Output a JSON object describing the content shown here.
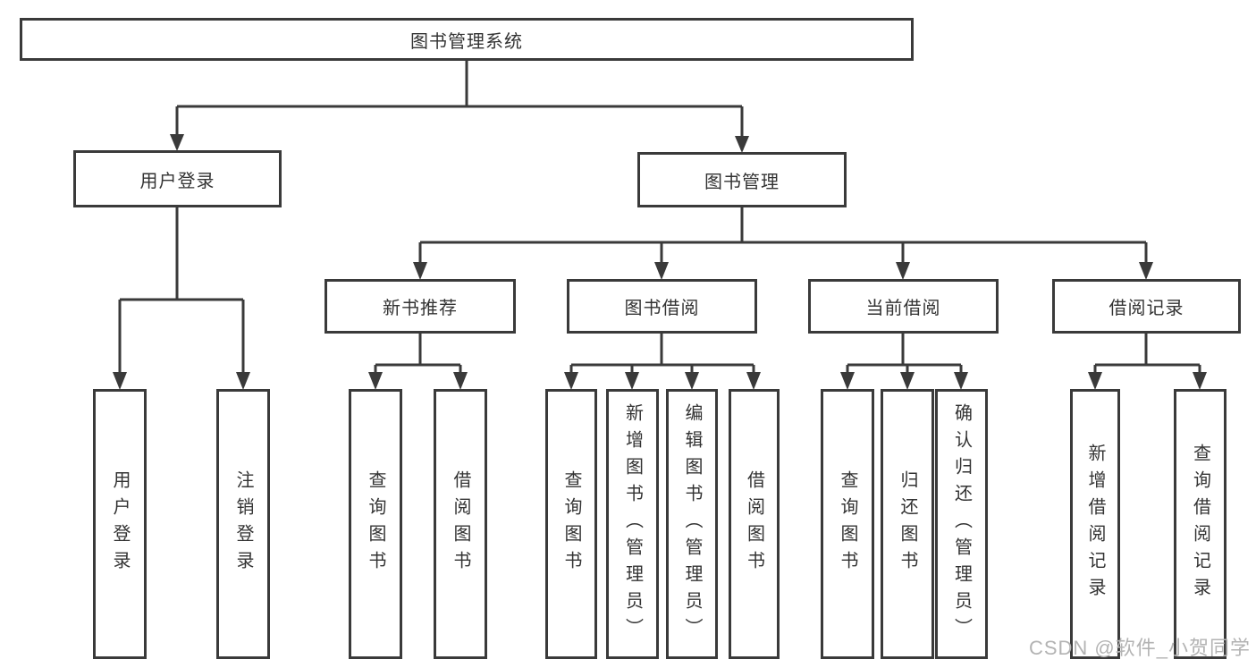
{
  "diagram": {
    "title_node": "图书管理系统",
    "watermark": "CSDN @软件_小贺同学",
    "colors": {
      "line": "#3a3a3a",
      "text": "#333333",
      "box_bg": "#ffffff",
      "watermark": "#b3b3b3"
    },
    "nodes": {
      "root": "图书管理系统",
      "user_login": "用户登录",
      "book_mgmt": "图书管理",
      "new_book_rec": "新书推荐",
      "book_borrow": "图书借阅",
      "current_borrow": "当前借阅",
      "borrow_records": "借阅记录",
      "leaf_user_login": "用户登录",
      "leaf_logout": "注销登录",
      "leaf_query_book_1": "查询图书",
      "leaf_borrow_book_1": "借阅图书",
      "leaf_query_book_2": "查询图书",
      "leaf_add_book": "新增图书（管理员）",
      "leaf_edit_book": "编辑图书（管理员）",
      "leaf_borrow_book_2": "借阅图书",
      "leaf_query_book_3": "查询图书",
      "leaf_return_book": "归还图书",
      "leaf_confirm_return": "确认归还（管理员）",
      "leaf_add_record": "新增借阅记录",
      "leaf_query_record": "查询借阅记录"
    },
    "hierarchy": {
      "图书管理系统": {
        "用户登录": [
          "用户登录",
          "注销登录"
        ],
        "图书管理": {
          "新书推荐": [
            "查询图书",
            "借阅图书"
          ],
          "图书借阅": [
            "查询图书",
            "新增图书（管理员）",
            "编辑图书（管理员）",
            "借阅图书"
          ],
          "当前借阅": [
            "查询图书",
            "归还图书",
            "确认归还（管理员）"
          ],
          "借阅记录": [
            "新增借阅记录",
            "查询借阅记录"
          ]
        }
      }
    }
  }
}
